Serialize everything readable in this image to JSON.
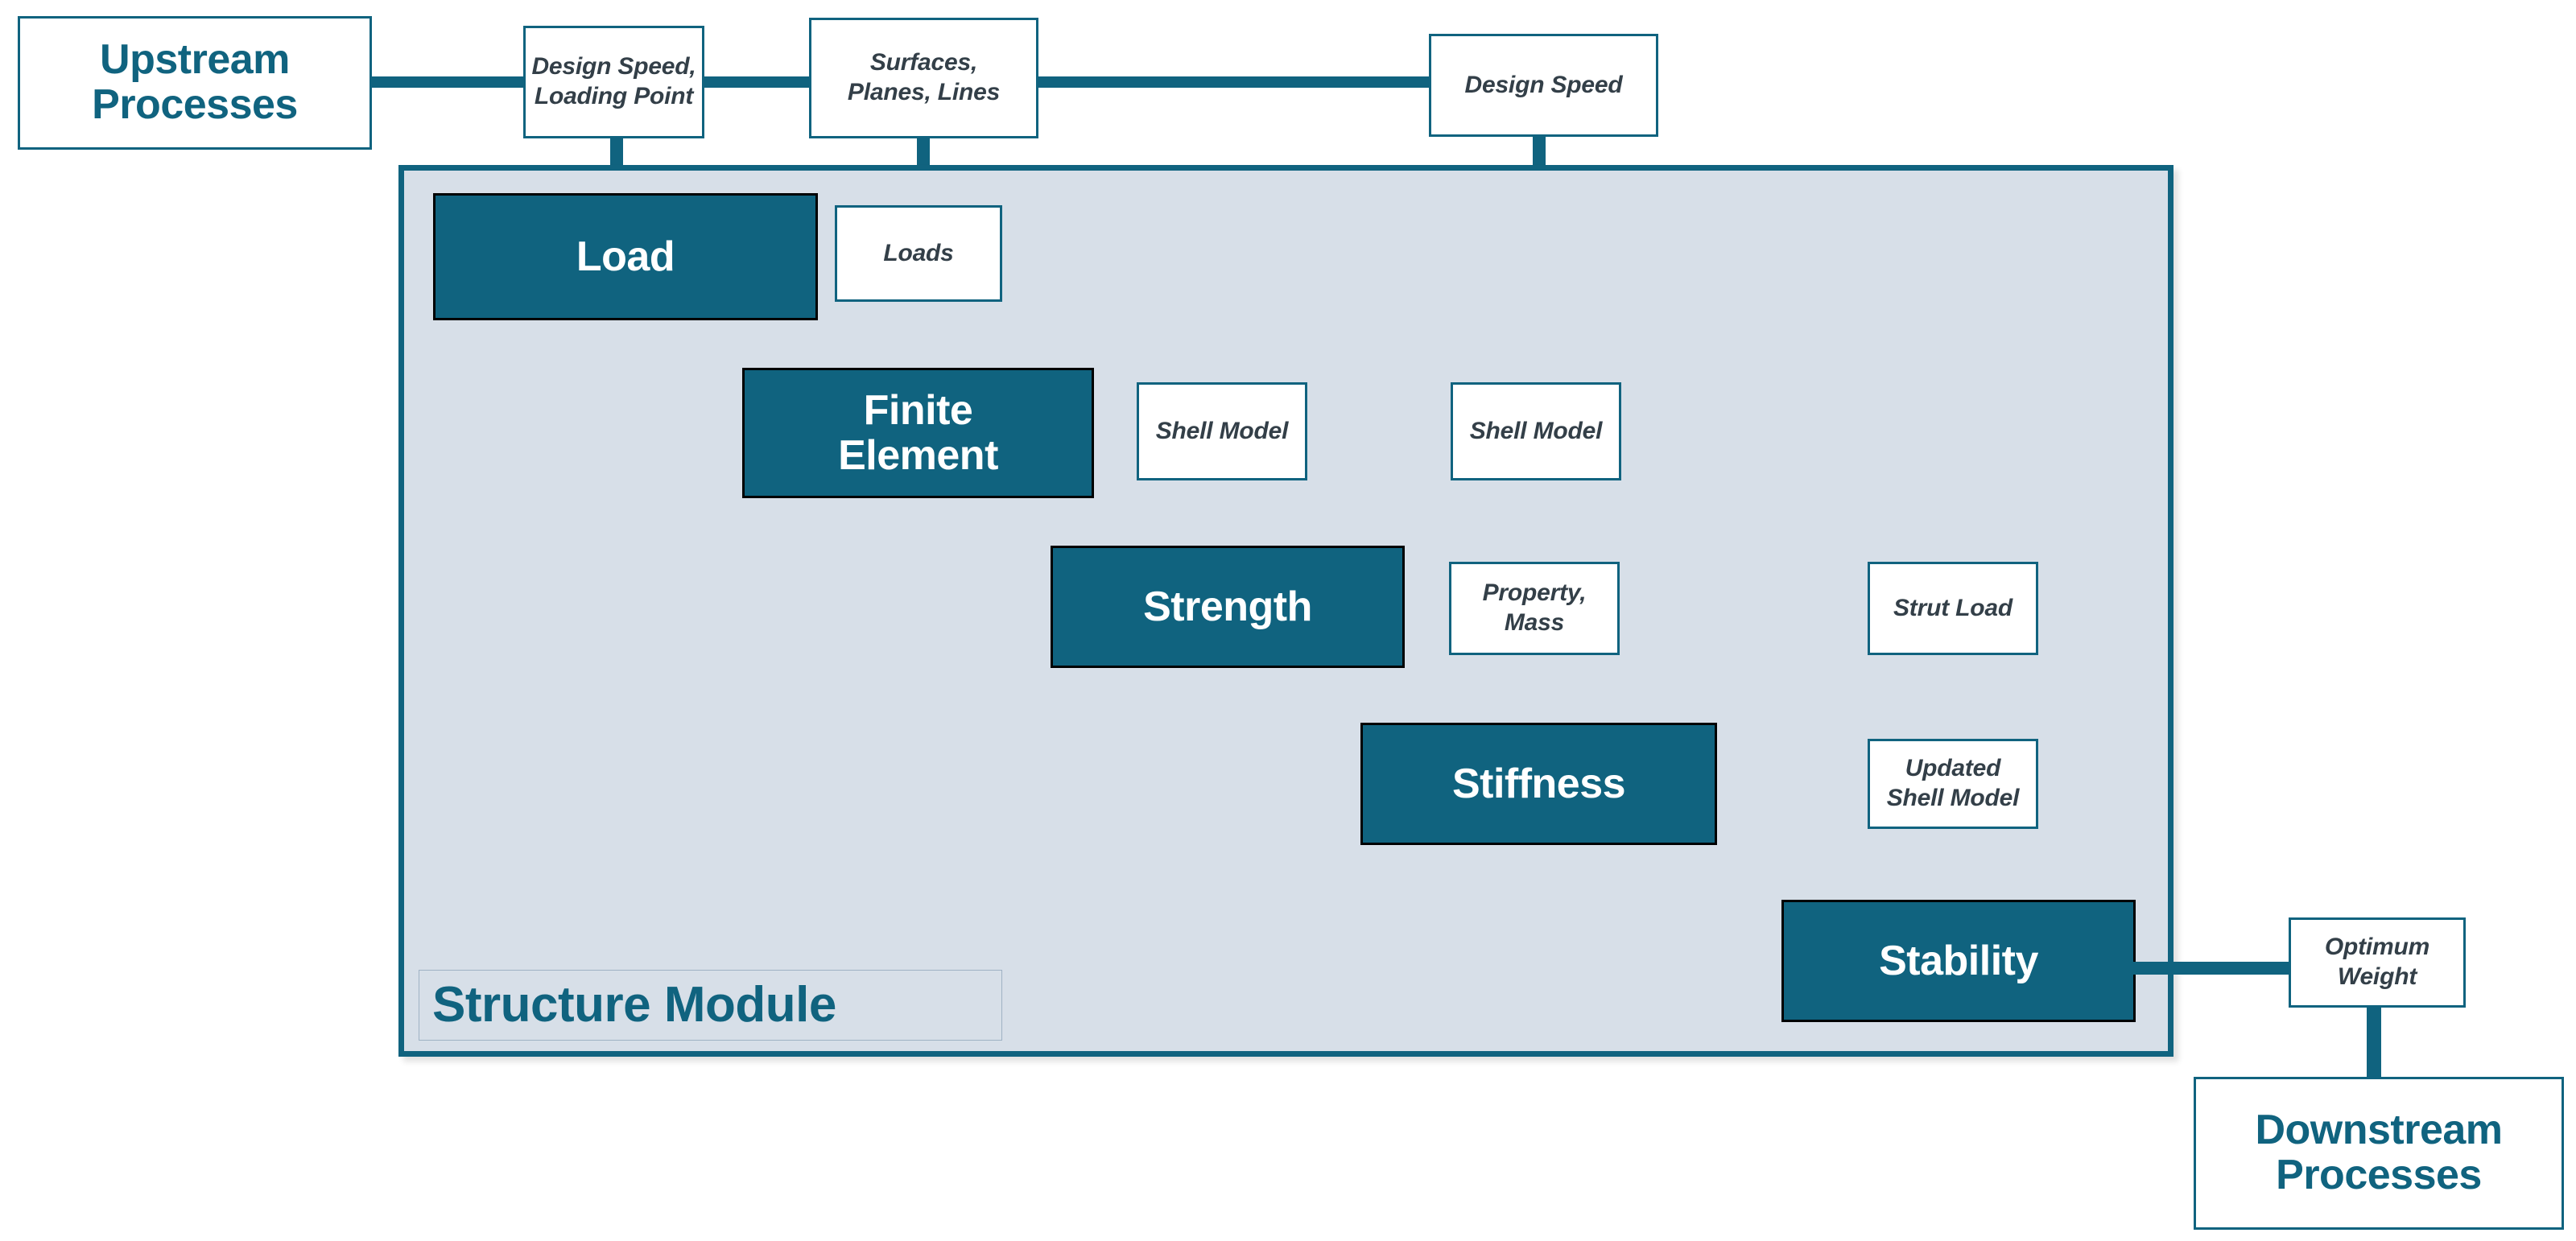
{
  "diagram": {
    "title": "Structure Module",
    "colors": {
      "accent": "#10637F",
      "module_fill": "#D7DFE8",
      "block_fill": "#10637F",
      "block_text": "#FFFFFF",
      "data_text": "#333F48",
      "page_background": "#FFFFFF"
    }
  },
  "external": {
    "upstream": {
      "label": "Upstream\nProcesses",
      "line1": "Upstream",
      "line2": "Processes"
    },
    "downstream": {
      "label": "Downstream\nProcesses",
      "line1": "Downstream",
      "line2": "Processes"
    }
  },
  "module": {
    "title": "Structure Module",
    "blocks": [
      {
        "id": "load",
        "label": "Load"
      },
      {
        "id": "finite-element",
        "label": "Finite\nElement",
        "line1": "Finite",
        "line2": "Element"
      },
      {
        "id": "strength",
        "label": "Strength"
      },
      {
        "id": "stiffness",
        "label": "Stiffness"
      },
      {
        "id": "stability",
        "label": "Stability"
      }
    ]
  },
  "data_boxes": [
    {
      "id": "design-speed-loading-point",
      "label": "Design Speed,\nLoading Point",
      "line1": "Design Speed,",
      "line2": "Loading Point"
    },
    {
      "id": "surfaces-planes-lines",
      "label": "Surfaces,\nPlanes, Lines",
      "line1": "Surfaces,",
      "line2": "Planes, Lines"
    },
    {
      "id": "design-speed",
      "label": "Design Speed"
    },
    {
      "id": "loads",
      "label": "Loads"
    },
    {
      "id": "shell-model-left",
      "label": "Shell Model"
    },
    {
      "id": "shell-model-right",
      "label": "Shell Model"
    },
    {
      "id": "property-mass",
      "label": "Property,\nMass",
      "line1": "Property,",
      "line2": "Mass"
    },
    {
      "id": "strut-load",
      "label": "Strut Load"
    },
    {
      "id": "updated-shell-model",
      "label": "Updated\nShell Model",
      "line1": "Updated",
      "line2": "Shell Model"
    },
    {
      "id": "optimum-weight",
      "label": "Optimum\nWeight",
      "line1": "Optimum",
      "line2": "Weight"
    }
  ],
  "flow": {
    "edges": [
      {
        "from": "upstream",
        "to": "design-speed-loading-point"
      },
      {
        "from": "design-speed-loading-point",
        "to": "surfaces-planes-lines"
      },
      {
        "from": "surfaces-planes-lines",
        "to": "design-speed"
      },
      {
        "from": "design-speed-loading-point",
        "to": "load"
      },
      {
        "from": "load",
        "to": "loads"
      },
      {
        "from": "surfaces-planes-lines",
        "to": "loads"
      },
      {
        "from": "loads",
        "to": "finite-element"
      },
      {
        "from": "finite-element",
        "to": "shell-model-left"
      },
      {
        "from": "shell-model-left",
        "to": "shell-model-right"
      },
      {
        "from": "design-speed",
        "to": "shell-model-right"
      },
      {
        "from": "shell-model-left",
        "to": "strength"
      },
      {
        "from": "strength",
        "to": "property-mass"
      },
      {
        "from": "shell-model-right",
        "to": "property-mass"
      },
      {
        "from": "property-mass",
        "to": "strut-load"
      },
      {
        "from": "property-mass",
        "to": "stiffness"
      },
      {
        "from": "stiffness",
        "to": "updated-shell-model"
      },
      {
        "from": "strut-load",
        "to": "updated-shell-model"
      },
      {
        "from": "updated-shell-model",
        "to": "stability"
      },
      {
        "from": "stability",
        "to": "optimum-weight"
      },
      {
        "from": "optimum-weight",
        "to": "downstream"
      }
    ]
  }
}
